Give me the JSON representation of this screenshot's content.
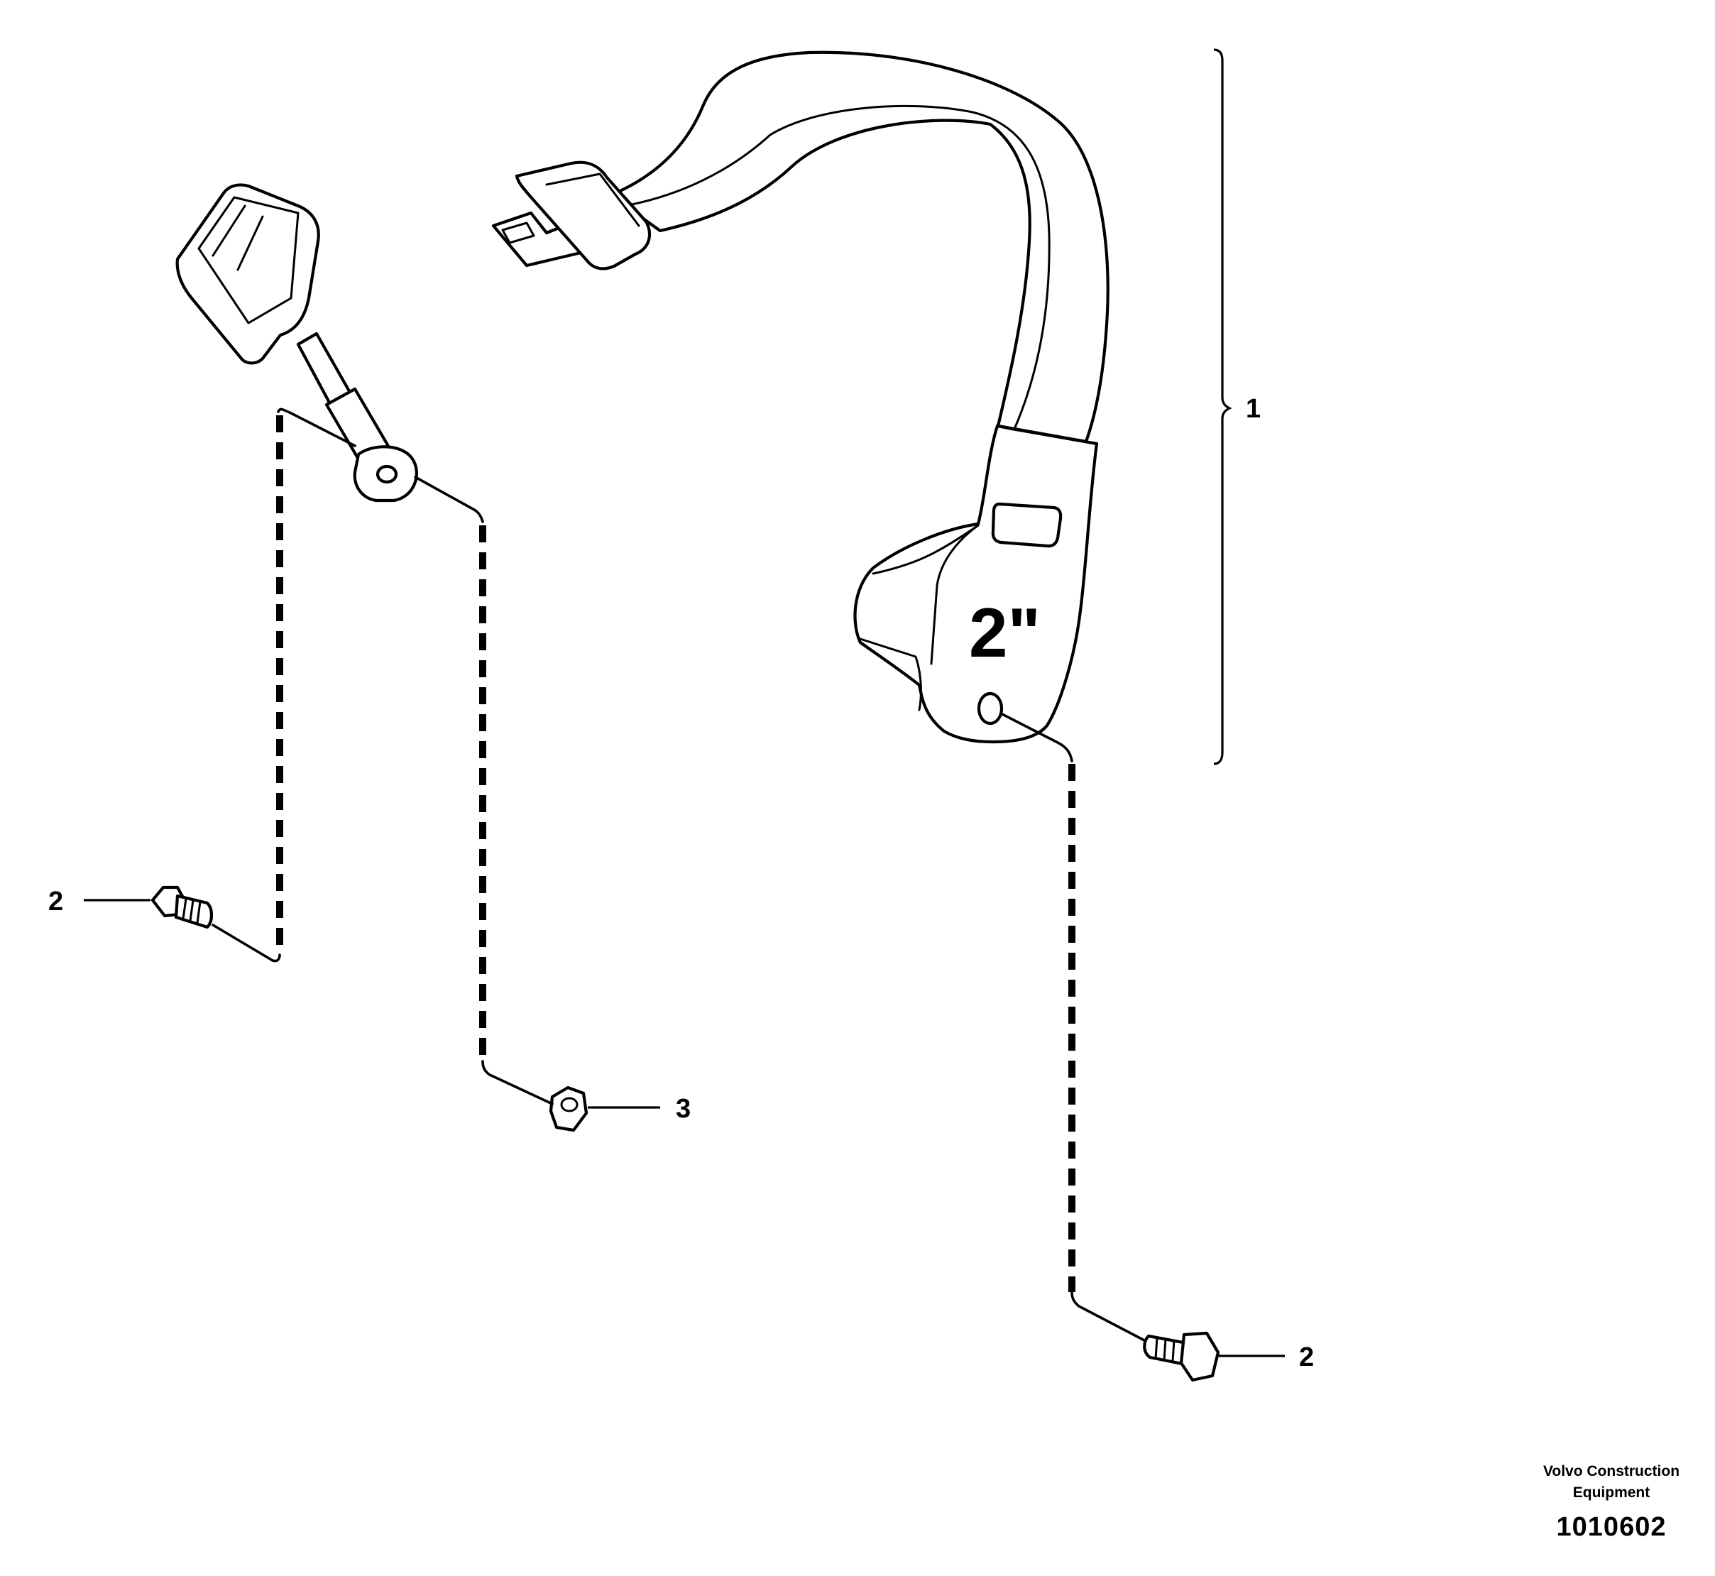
{
  "callouts": {
    "retractor_assembly": "1",
    "bolt_left": "2",
    "bolt_right": "2",
    "nut": "3"
  },
  "retractor_size_label": "2\"",
  "footer": {
    "brand_line1": "Volvo Construction",
    "brand_line2": "Equipment",
    "figure_number": "1010602"
  }
}
